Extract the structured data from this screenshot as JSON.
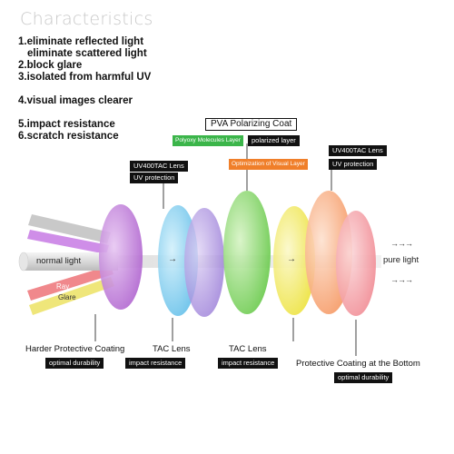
{
  "title": "Characteristics",
  "features": [
    "1.eliminate reflected light",
    "eliminate scattered light",
    "2.block glare",
    "3.isolated from harmful UV",
    "4.visual images clearer",
    "5.impact resistance",
    "6.scratch resistance"
  ],
  "top_labels": {
    "pva": "PVA Polarizing Coat",
    "polyoxy": "Polyoxy Molecules Layer",
    "polarized": "polarized layer",
    "optim": "Optimization of Visual Layer",
    "uv_left_title": "UV400TAC Lens",
    "uv_left_sub": "UV protection",
    "uv_right_title": "UV400TAC Lens",
    "uv_right_sub": "UV protection"
  },
  "rays": {
    "ray": "Ray",
    "glare": "Glare",
    "normal": "normal light",
    "pure": "pure light",
    "arrows_left": "→",
    "arrows_right": "→→→"
  },
  "bottom_labels": [
    {
      "name": "Harder Protective Coating",
      "sub": "optimal durability"
    },
    {
      "name": "TAC Lens",
      "sub": "impact resistance"
    },
    {
      "name": "TAC Lens",
      "sub": "impact resistance"
    },
    {
      "name": "Protective Coating at the Bottom",
      "sub": "optimal durability"
    }
  ],
  "colors": {
    "black_box": "#111111",
    "green_box": "#3bb54a",
    "orange_box": "#f07f2a",
    "lens_purple": "#b36ad0",
    "lens_blue": "#72c9ee",
    "lens_violet": "#a58ad8",
    "lens_green": "#6fcf4b",
    "lens_yellow": "#f2e845",
    "lens_orange": "#f7a170",
    "lens_pink": "#f2989f"
  }
}
